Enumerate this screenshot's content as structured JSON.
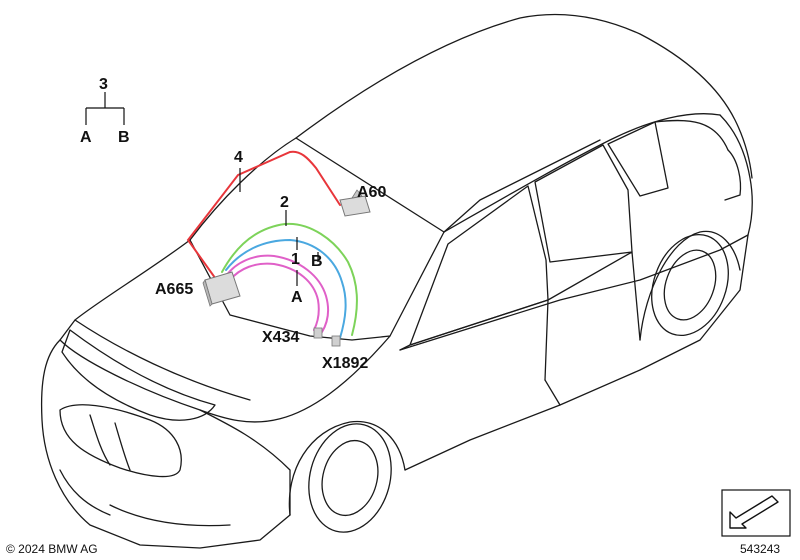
{
  "labels": {
    "tree_parent": "3",
    "tree_left": "A",
    "tree_right": "B",
    "part_4": "4",
    "part_2": "2",
    "part_1": "1",
    "part_a": "A",
    "part_b": "B",
    "a60": "A60",
    "a665": "A665",
    "x434": "X434",
    "x1892": "X1892"
  },
  "footer": {
    "copyright": "© 2024 BMW AG",
    "diagram_number": "543243"
  },
  "colors": {
    "wire_4": "#e8363b",
    "wire_2": "#7dd35a",
    "wire_1": "#4aa8e0",
    "wire_pink": "#e060c8",
    "outline": "#1a1a1a"
  }
}
